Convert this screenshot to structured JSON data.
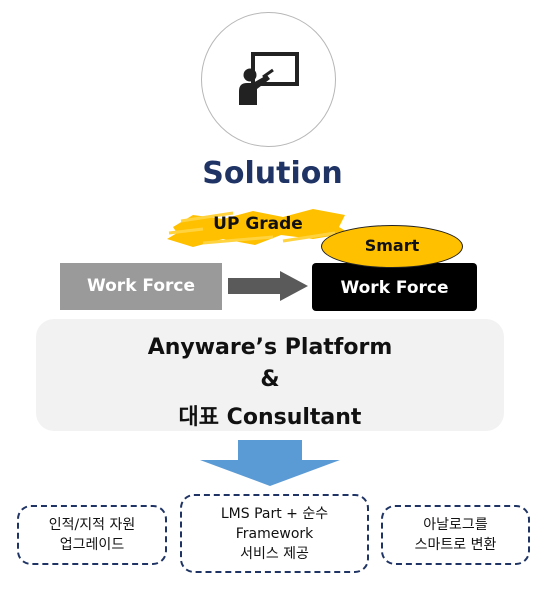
{
  "title": "Solution",
  "upgrade_label": "UP Grade",
  "workforce_before": "Work Force",
  "workforce_after": "Work Force",
  "smart_label": "Smart",
  "platform": {
    "line1": "Anyware’s Platform",
    "line2": "&",
    "line3": "대표 Consultant"
  },
  "outcomes": [
    {
      "line1": "인적/지적 자원",
      "line2": "업그레이드",
      "line3": ""
    },
    {
      "line1": "LMS Part + 순수",
      "line2": "Framework",
      "line3": "서비스 제공"
    },
    {
      "line1": "아날로그를",
      "line2": "스마트로 변환",
      "line3": ""
    }
  ],
  "icons": {
    "top": "presentation-teacher-icon",
    "transition": "arrow-right-icon",
    "result": "arrow-down-icon"
  },
  "colors": {
    "title": "#1f3464",
    "highlight": "#ffc000",
    "arrow_down": "#5b9bd5",
    "dashed_border": "#1f3464",
    "platform_bg": "#f2f2f2",
    "grey_box": "#9a9a9a"
  }
}
